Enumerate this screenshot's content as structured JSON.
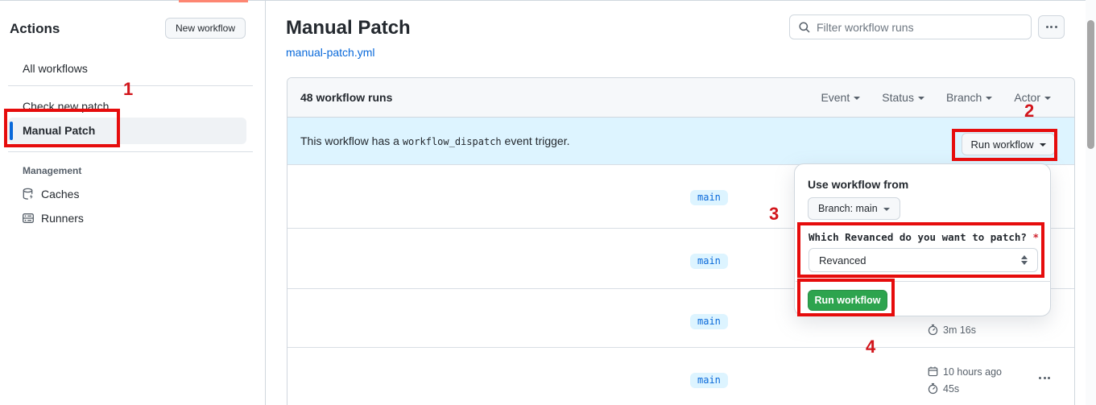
{
  "sidebar": {
    "title": "Actions",
    "new_workflow_button": "New workflow",
    "items": [
      {
        "label": "All workflows"
      },
      {
        "label": "Check new patch"
      },
      {
        "label": "Manual Patch",
        "selected": true
      }
    ],
    "management": {
      "label": "Management",
      "items": [
        {
          "label": "Caches"
        },
        {
          "label": "Runners"
        }
      ]
    }
  },
  "main": {
    "title": "Manual Patch",
    "workflow_file": "manual-patch.yml",
    "filter_placeholder": "Filter workflow runs",
    "runs_header": {
      "count_label": "48 workflow runs",
      "filters": [
        {
          "label": "Event"
        },
        {
          "label": "Status"
        },
        {
          "label": "Branch"
        },
        {
          "label": "Actor"
        }
      ]
    },
    "dispatch_banner": {
      "text_before": "This workflow has a ",
      "code": "workflow_dispatch",
      "text_after": " event trigger.",
      "run_workflow_button": "Run workflow"
    },
    "rows": [
      {
        "branch": "main"
      },
      {
        "branch": "main"
      },
      {
        "branch": "main",
        "duration": "3m 16s"
      },
      {
        "branch": "main",
        "started": "10 hours ago",
        "duration": "45s"
      }
    ]
  },
  "run_panel": {
    "heading": "Use workflow from",
    "branch_selector": "Branch: main",
    "input_label": "Which Revanced do you want to patch?",
    "required_mark": "*",
    "input_value": "Revanced",
    "run_button": "Run workflow"
  },
  "annotations": {
    "step1": "1",
    "step2": "2",
    "step3": "3",
    "step4": "4"
  },
  "colors": {
    "annotation_red": "#e60c0c",
    "accent_blue": "#0969da",
    "banner_blue": "#ddf4ff",
    "header_gray": "#f6f8fa",
    "button_green": "#2da44e",
    "tab_indicator_orange": "#fd8672"
  }
}
